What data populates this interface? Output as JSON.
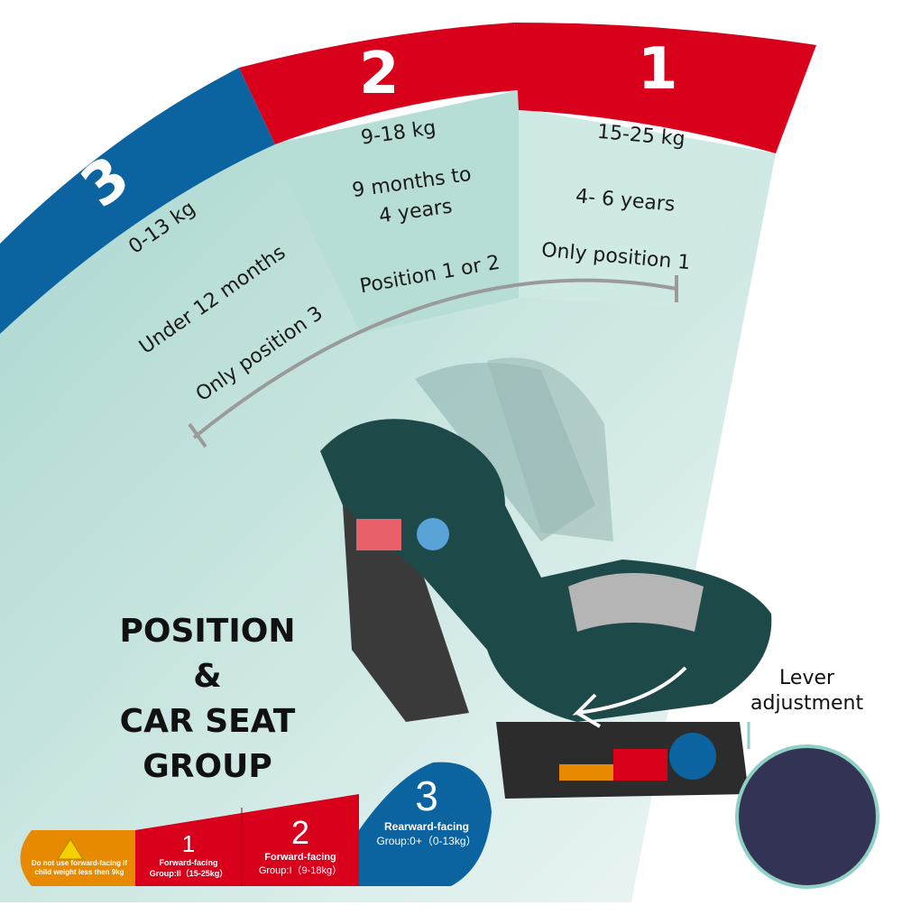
{
  "fan": {
    "groups": [
      {
        "number": "3",
        "weight": "0-13 kg",
        "age": "Under 12 months",
        "position": "Only position 3"
      },
      {
        "number": "2",
        "weight": "9-18 kg",
        "age_line1": "9 months to",
        "age_line2": "4 years",
        "position": "Position 1 or 2"
      },
      {
        "number": "1",
        "weight": "15-25 kg",
        "age": "4- 6 years",
        "position": "Only position 1"
      }
    ]
  },
  "title": {
    "line1": "POSITION",
    "line2": "&",
    "line3": "CAR SEAT GROUP"
  },
  "lever_label": {
    "line1": "Lever",
    "line2": "adjustment"
  },
  "strip": {
    "warning": "Do not use forward-facing if child weight less then 9kg",
    "items": [
      {
        "number": "1",
        "label": "Forward-facing",
        "group": "Group:II（15-25kg）"
      },
      {
        "number": "2",
        "label": "Forward-facing",
        "group": "Group:I（9-18kg）"
      },
      {
        "number": "3",
        "label": "Rearward-facing",
        "group": "Group:0+（0-13kg）"
      }
    ]
  },
  "colors": {
    "red": "#d9001b",
    "blue": "#0b63a0",
    "orange": "#e88a00",
    "teal": "#b6dcd6",
    "seat": "#1d4a48"
  }
}
